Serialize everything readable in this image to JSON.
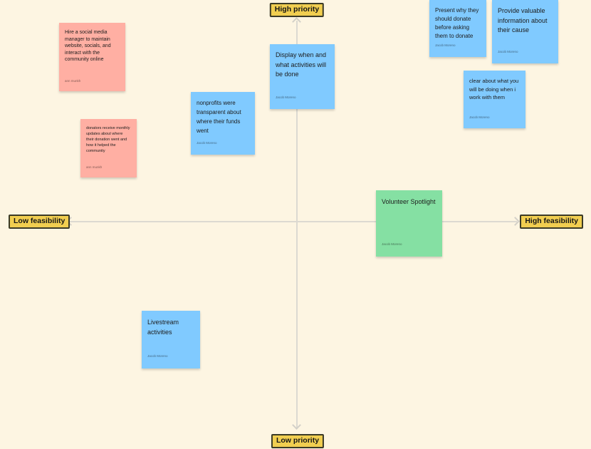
{
  "board": {
    "background": "#FDF5E2",
    "axis_color": "#DCD9D1",
    "label_bg": "#F1CE50",
    "label_border": "#3B3A26"
  },
  "axes": {
    "vertical": {
      "top_label": "High priority",
      "bottom_label": "Low priority"
    },
    "horizontal": {
      "left_label": "Low feasibility",
      "right_label": "High feasibility"
    }
  },
  "note_colors": {
    "pink": "#FFAFA3",
    "blue": "#80CAFF",
    "green": "#85E0A3"
  },
  "notes": [
    {
      "text": "Hire a social media manager to maintain website, socials, and interact with the community online",
      "author": "ann munkh",
      "color": "#FFAFA3"
    },
    {
      "text": "donators receive monthly updates about where their donation went and how it helped the community",
      "author": "ann munkh",
      "color": "#FFAFA3"
    },
    {
      "text": "nonprofits were transparent about where their funds went",
      "author": "Jacob Moreno",
      "color": "#80CAFF"
    },
    {
      "text": "Display when and what activities will be done",
      "author": "Jacob Moreno",
      "color": "#80CAFF"
    },
    {
      "text": "Present why they should donate before asking them to donate",
      "author": "Jacob Moreno",
      "color": "#80CAFF"
    },
    {
      "text": "Provide valuable information about their cause",
      "author": "Jacob Moreno",
      "color": "#80CAFF"
    },
    {
      "text": "clear about what you will be doing when i work with them",
      "author": "Jacob Moreno",
      "color": "#80CAFF"
    },
    {
      "text": "Volunteer Spotlight",
      "author": "Jacob Moreno",
      "color": "#85E0A3"
    },
    {
      "text": "Livestream activities",
      "author": "Jacob Moreno",
      "color": "#80CAFF"
    }
  ]
}
